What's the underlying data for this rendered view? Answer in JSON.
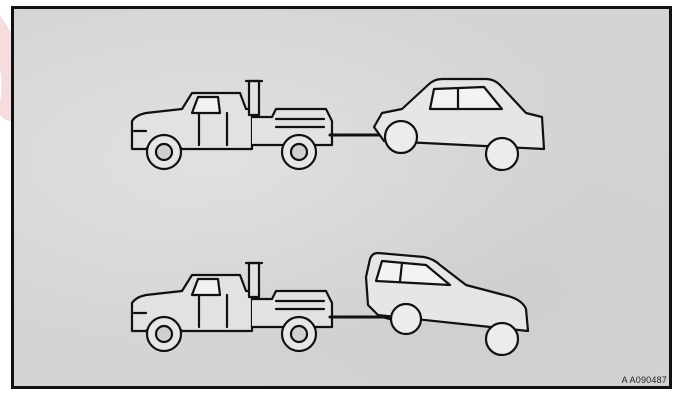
{
  "figure": {
    "reference_code": "A A090487",
    "panels": [
      {
        "id": "top",
        "description_hidden": true
      },
      {
        "id": "bottom",
        "description_hidden": true
      }
    ]
  },
  "colors": {
    "frame_border": "#111111",
    "panel_background": "#d4d4d4",
    "line_art": "#111111",
    "vehicle_fill": "#e2e2e2",
    "watermark": "#f4d8d8"
  },
  "icons": {
    "tow_truck": "tow-truck-icon",
    "towed_suv": "suv-icon"
  }
}
